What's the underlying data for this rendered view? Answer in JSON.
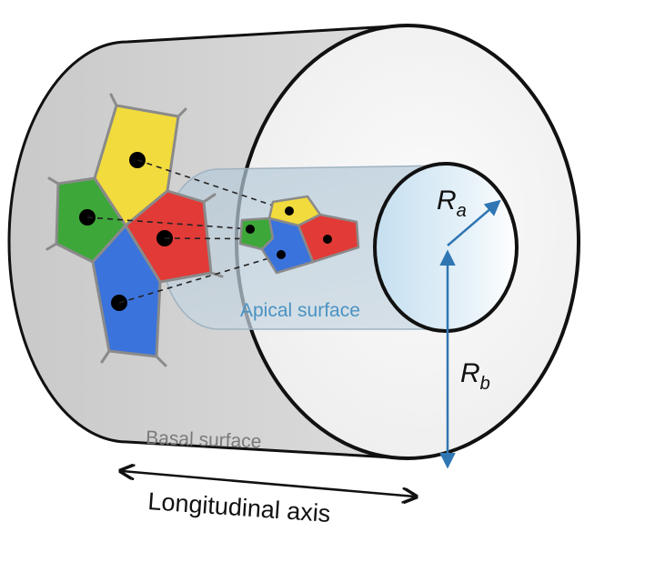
{
  "labels": {
    "basal_surface": "Basal surface",
    "apical_surface": "Apical surface",
    "longitudinal_axis": "Longitudinal axis",
    "ra_symbol": "R",
    "ra_subscript": "a",
    "rb_symbol": "R",
    "rb_subscript": "b"
  },
  "colors": {
    "cell_yellow": "#f2db3c",
    "cell_green": "#3ea73a",
    "cell_red": "#e23a36",
    "cell_blue": "#3a73dc",
    "cell_edge": "#8a8a8a",
    "radius_arrow": "#2f76b3",
    "apical_text": "#4a93c2",
    "basal_text": "#7a7a7a",
    "cylinder_side": "#d4d4d4",
    "lumen_tube": "#bcd0de"
  }
}
